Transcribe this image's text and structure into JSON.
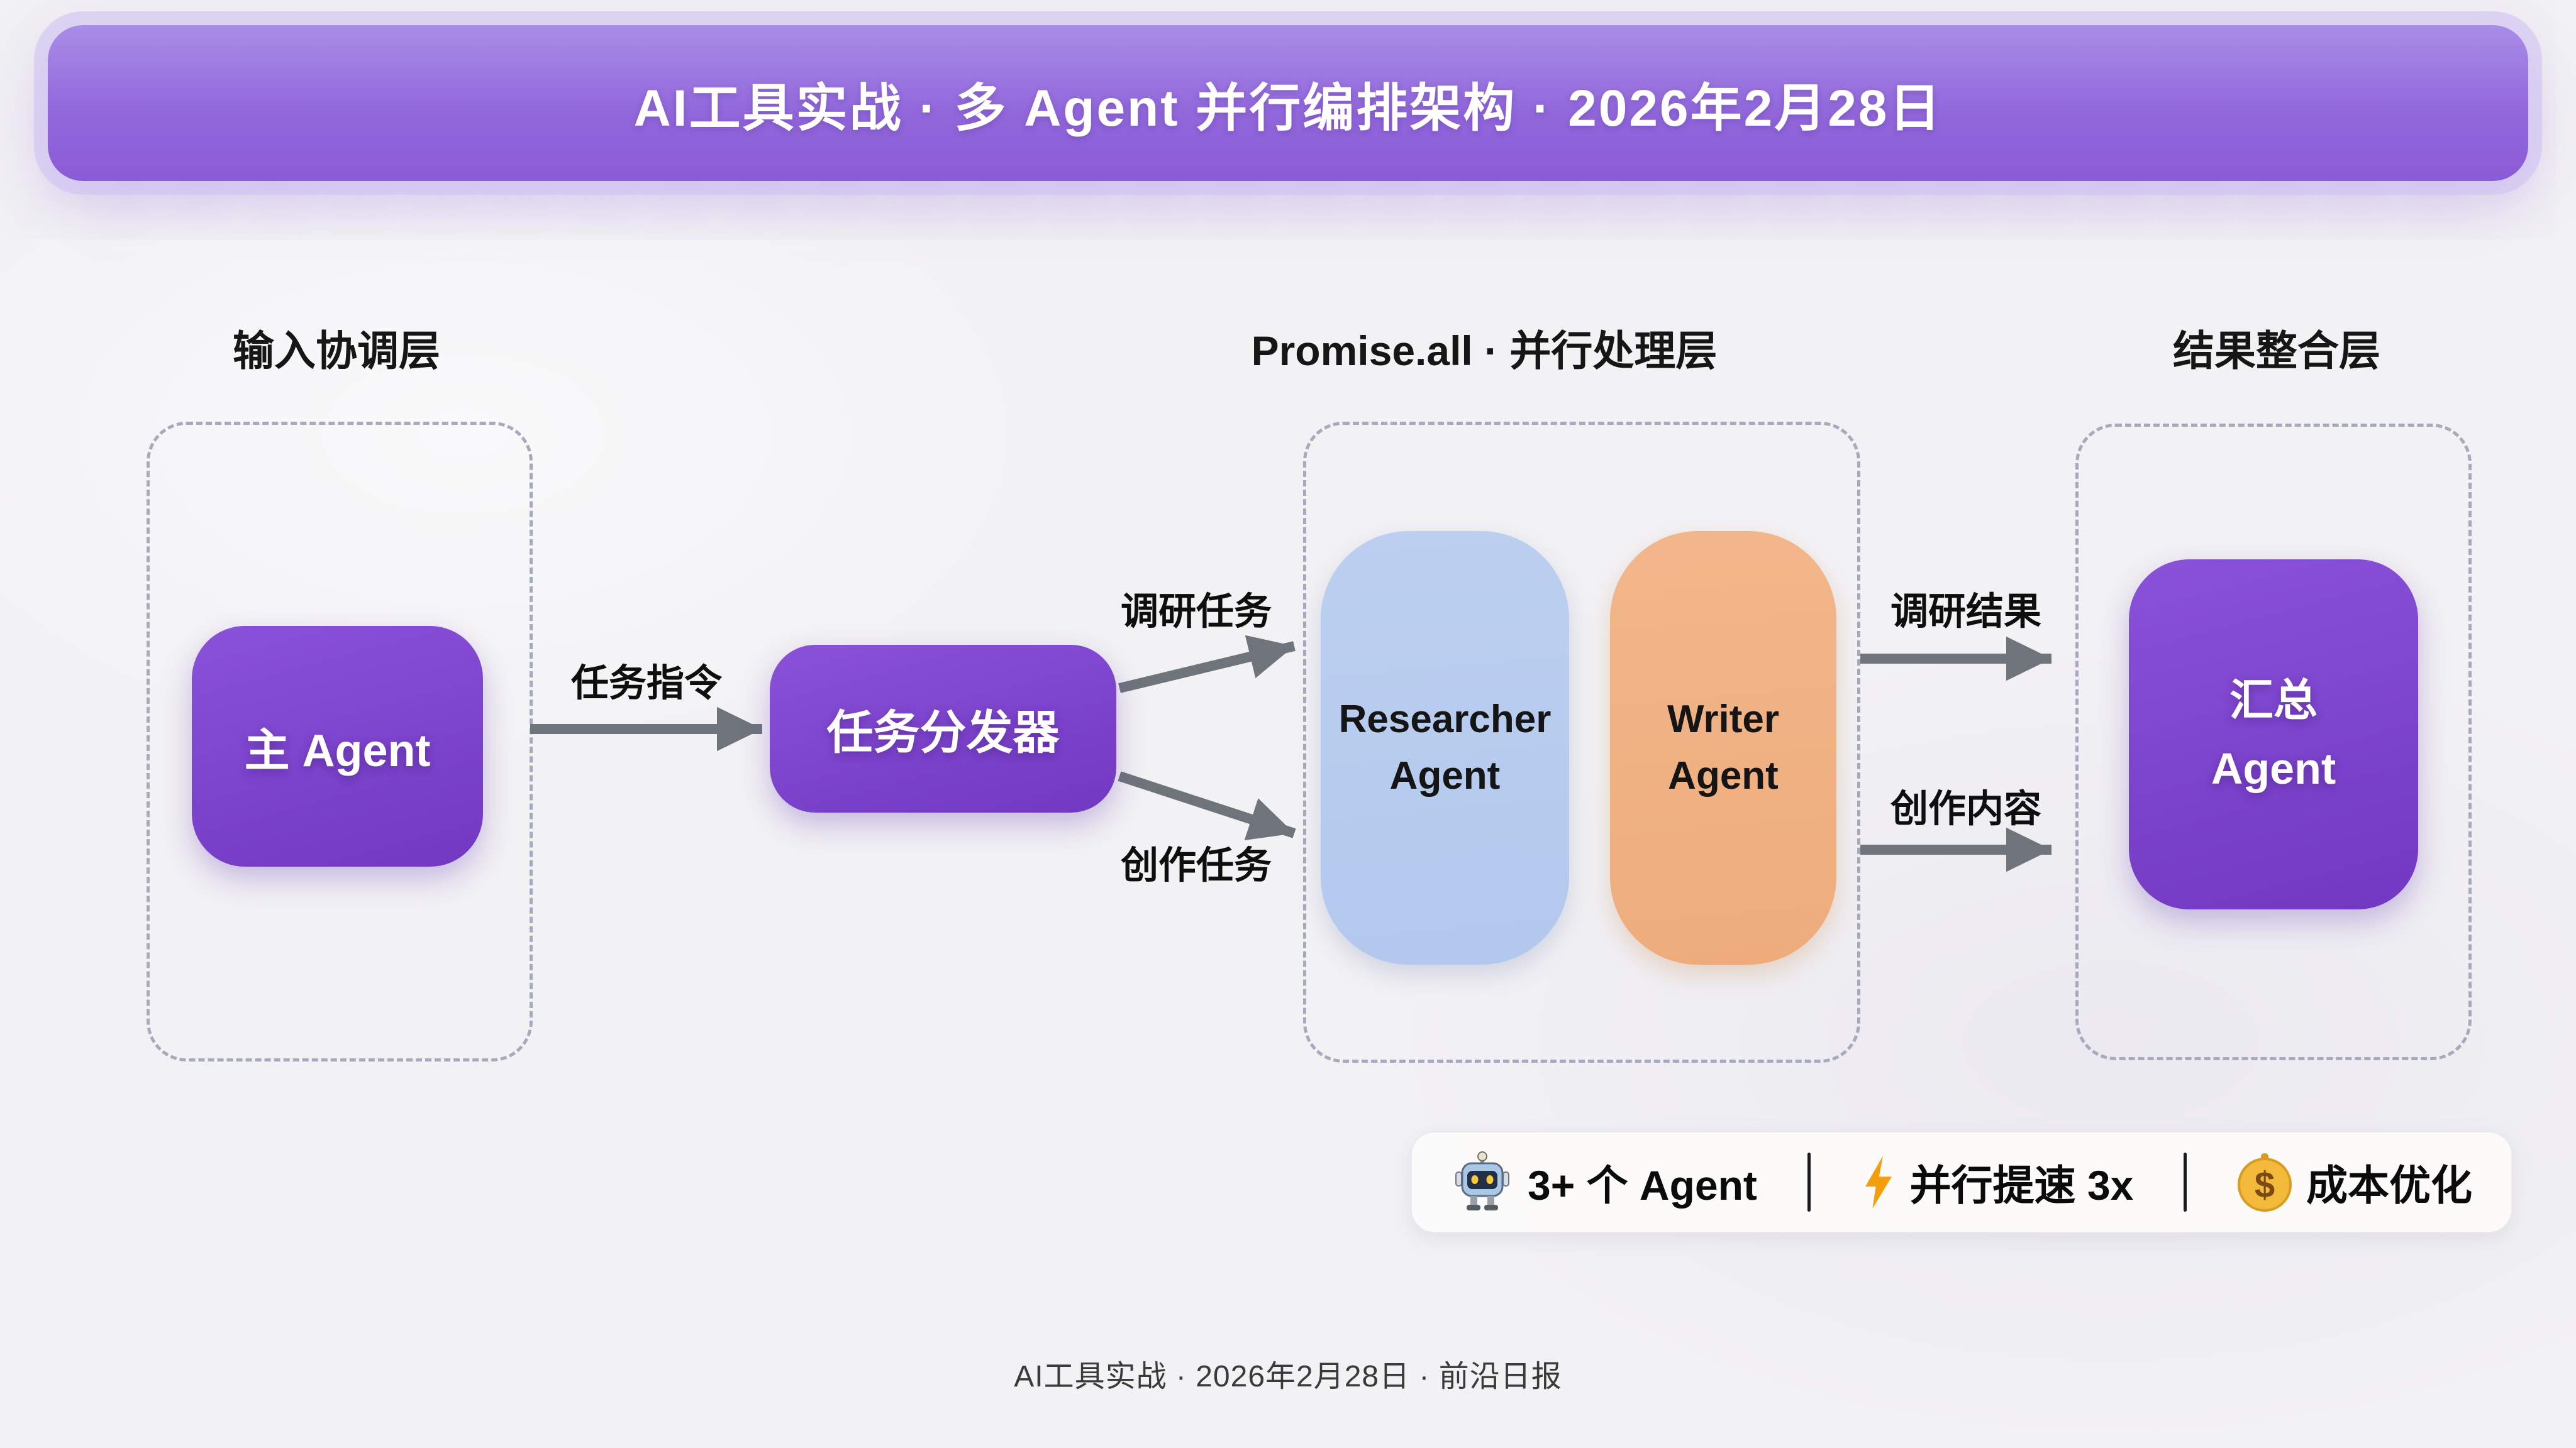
{
  "banner": {
    "title": "AI工具实战 · 多 Agent 并行编排架构 · 2026年2月28日"
  },
  "layers": {
    "input": {
      "header": "输入协调层"
    },
    "parallel": {
      "header": "Promise.all · 并行处理层"
    },
    "result": {
      "header": "结果整合层"
    }
  },
  "nodes": {
    "main_agent": {
      "label": "主 Agent",
      "color": "#7C43CD"
    },
    "dispatcher": {
      "label": "任务分发器",
      "color": "#7C43CD"
    },
    "researcher": {
      "line1": "Researcher",
      "line2": "Agent",
      "color": "#B7CBEE"
    },
    "writer": {
      "line1": "Writer",
      "line2": "Agent",
      "color": "#F0B184"
    },
    "summary": {
      "line1": "汇总",
      "line2": "Agent",
      "color": "#7C43CD"
    }
  },
  "edges": {
    "arrow_color": "#6F747A",
    "task_command": {
      "label": "任务指令"
    },
    "research_task": {
      "label": "调研任务"
    },
    "create_task": {
      "label": "创作任务"
    },
    "research_result": {
      "label": "调研结果"
    },
    "create_content": {
      "label": "创作内容"
    }
  },
  "stats_bar": {
    "agents": {
      "icon": "robot-icon",
      "label": "3+ 个 Agent"
    },
    "speed": {
      "icon": "lightning-icon",
      "label": "并行提速 3x"
    },
    "cost": {
      "icon": "dollar-coin-icon",
      "label": "成本优化"
    }
  },
  "footer": {
    "text": "AI工具实战 · 2026年2月28日 · 前沿日报"
  },
  "colors": {
    "background": "#F2F1F4",
    "banner": "#9268DC",
    "banner_glow": "#CEBEF2",
    "dashed_border": "#A7A9BC",
    "text_dark": "#141414",
    "lightning": "#F59E0B",
    "coin": "#F2B93B"
  }
}
